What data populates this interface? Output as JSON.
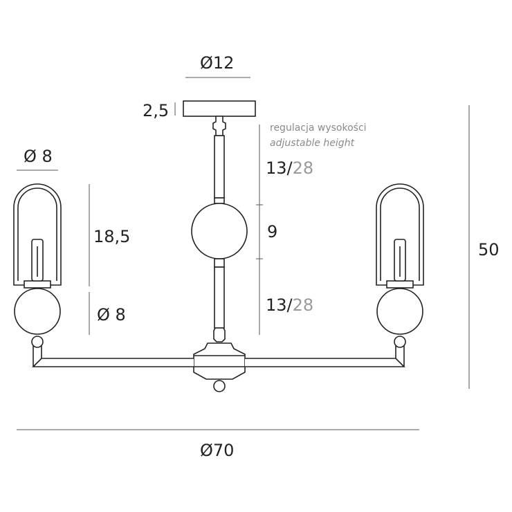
{
  "dimensions": {
    "canopy_diameter": "Ø12",
    "canopy_height": "2,5",
    "shade_diameter": "Ø 8",
    "shade_height": "18,5",
    "ball_diameter": "Ø 8",
    "rod_upper": {
      "fixed": "13/",
      "max": "28"
    },
    "rod_ball": "9",
    "rod_lower": {
      "fixed": "13/",
      "max": "28"
    },
    "total_height": "50",
    "total_width": "Ø70"
  },
  "notes": {
    "adjustable_pl": "regulacja wysokości",
    "adjustable_en": "adjustable height"
  },
  "colors": {
    "line": "#222222",
    "dim_line": "#555555",
    "grey_text": "#9a9a9a"
  }
}
